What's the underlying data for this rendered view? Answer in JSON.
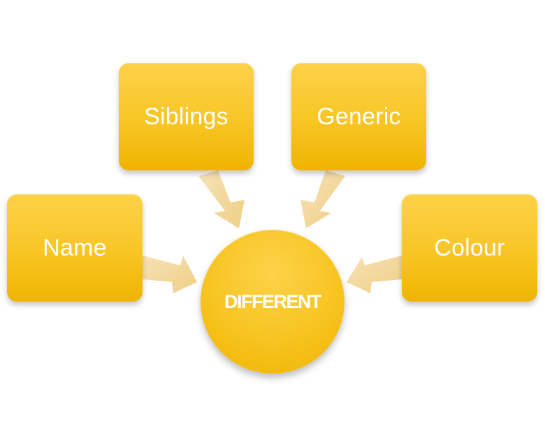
{
  "diagram": {
    "center": {
      "label": "DIFFERENT"
    },
    "nodes": [
      {
        "id": "siblings",
        "label": "Siblings"
      },
      {
        "id": "generic",
        "label": "Generic"
      },
      {
        "id": "name",
        "label": "Name"
      },
      {
        "id": "colour",
        "label": "Colour"
      }
    ],
    "colors": {
      "node_fill": "#f8c524",
      "node_fill_dark": "#efb400",
      "node_text": "#ffffff",
      "arrow_fill": "#f8dca0"
    }
  }
}
